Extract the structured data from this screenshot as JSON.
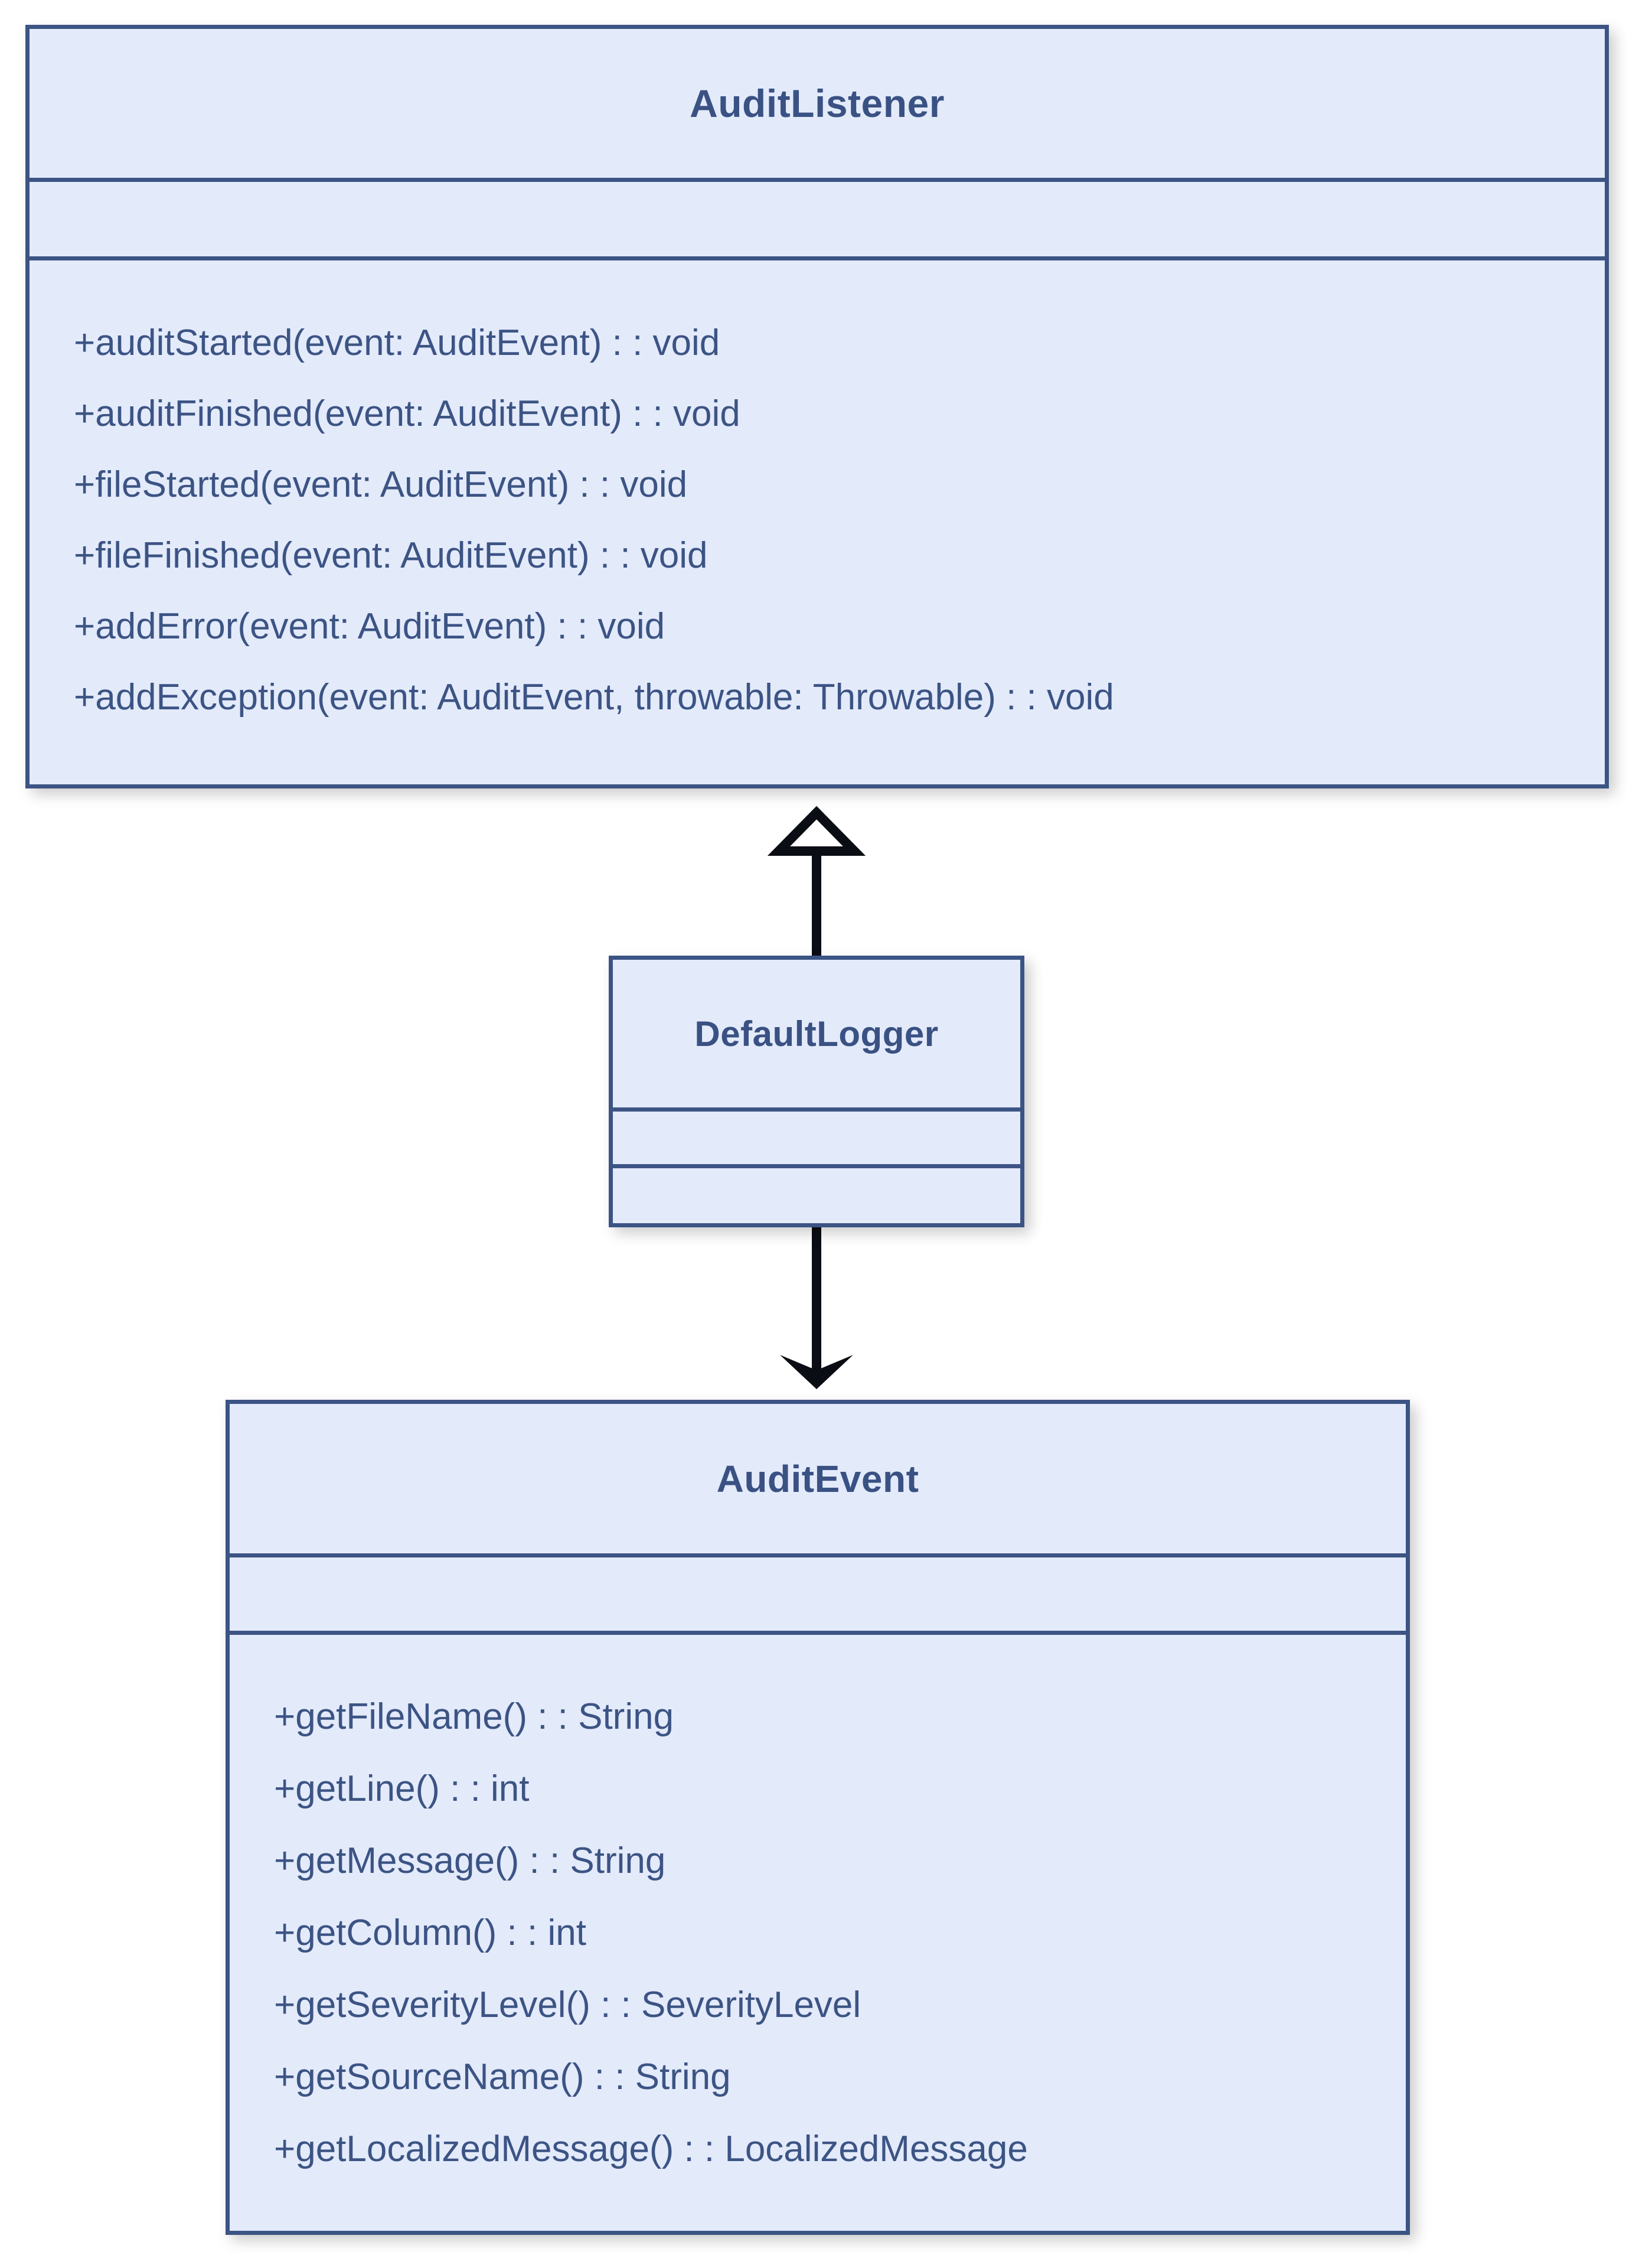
{
  "diagram": {
    "type": "uml-class-diagram",
    "background_color": "#ffffff",
    "class_fill_color": "#e3eafa",
    "class_border_color": "#3c5484",
    "text_color": "#3c5484",
    "title_color": "#3a5183",
    "connector_color": "#000000"
  },
  "classes": {
    "audit_listener": {
      "name": "AuditListener",
      "attributes": [],
      "methods": [
        "+auditStarted(event: AuditEvent) : : void",
        "+auditFinished(event: AuditEvent) : : void",
        "+fileStarted(event: AuditEvent) : : void",
        "+fileFinished(event: AuditEvent) : : void",
        "+addError(event: AuditEvent) : : void",
        "+addException(event: AuditEvent, throwable: Throwable) : : void"
      ]
    },
    "default_logger": {
      "name": "DefaultLogger",
      "attributes": [],
      "methods": []
    },
    "audit_event": {
      "name": "AuditEvent",
      "attributes": [],
      "methods": [
        "+getFileName() : : String",
        "+getLine() : : int",
        "+getMessage() : : String",
        "+getColumn() : : int",
        "+getSeverityLevel() : : SeverityLevel",
        "+getSourceName() : : String",
        "+getLocalizedMessage() : : LocalizedMessage"
      ]
    }
  },
  "relationships": [
    {
      "id": "generalization",
      "from": "DefaultLogger",
      "to": "AuditListener",
      "kind": "generalization",
      "arrowhead": "hollow-triangle",
      "direction": "up"
    },
    {
      "id": "association",
      "from": "DefaultLogger",
      "to": "AuditEvent",
      "kind": "association",
      "arrowhead": "solid-open-arrow",
      "direction": "down"
    }
  ]
}
